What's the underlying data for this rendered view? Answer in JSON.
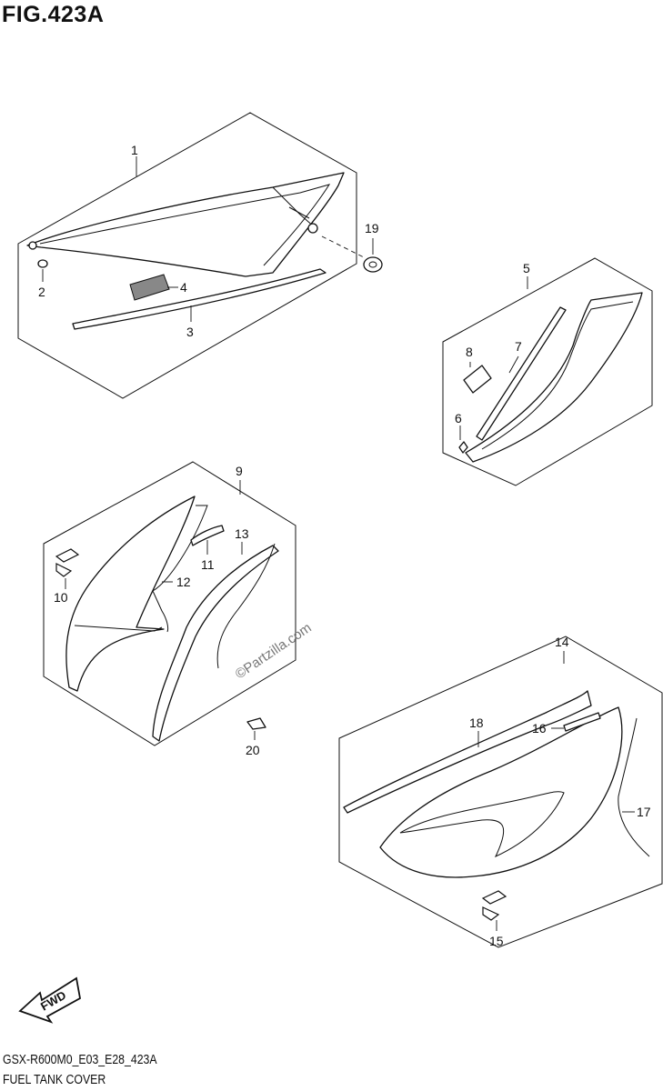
{
  "figure": {
    "title": "FIG.423A",
    "code": "GSX-R600M0_E03_E28_423A",
    "caption": "FUEL TANK COVER",
    "watermark": "©Partzilla.com",
    "direction_label": "FWD"
  },
  "callouts": {
    "c1": "1",
    "c2": "2",
    "c3": "3",
    "c4": "4",
    "c5": "5",
    "c6": "6",
    "c7": "7",
    "c8": "8",
    "c9": "9",
    "c10": "10",
    "c11": "11",
    "c12": "12",
    "c13": "13",
    "c14": "14",
    "c15": "15",
    "c16": "16",
    "c17": "17",
    "c18": "18",
    "c19": "19",
    "c20": "20"
  },
  "assemblies": [
    "1",
    "5",
    "9",
    "14"
  ]
}
